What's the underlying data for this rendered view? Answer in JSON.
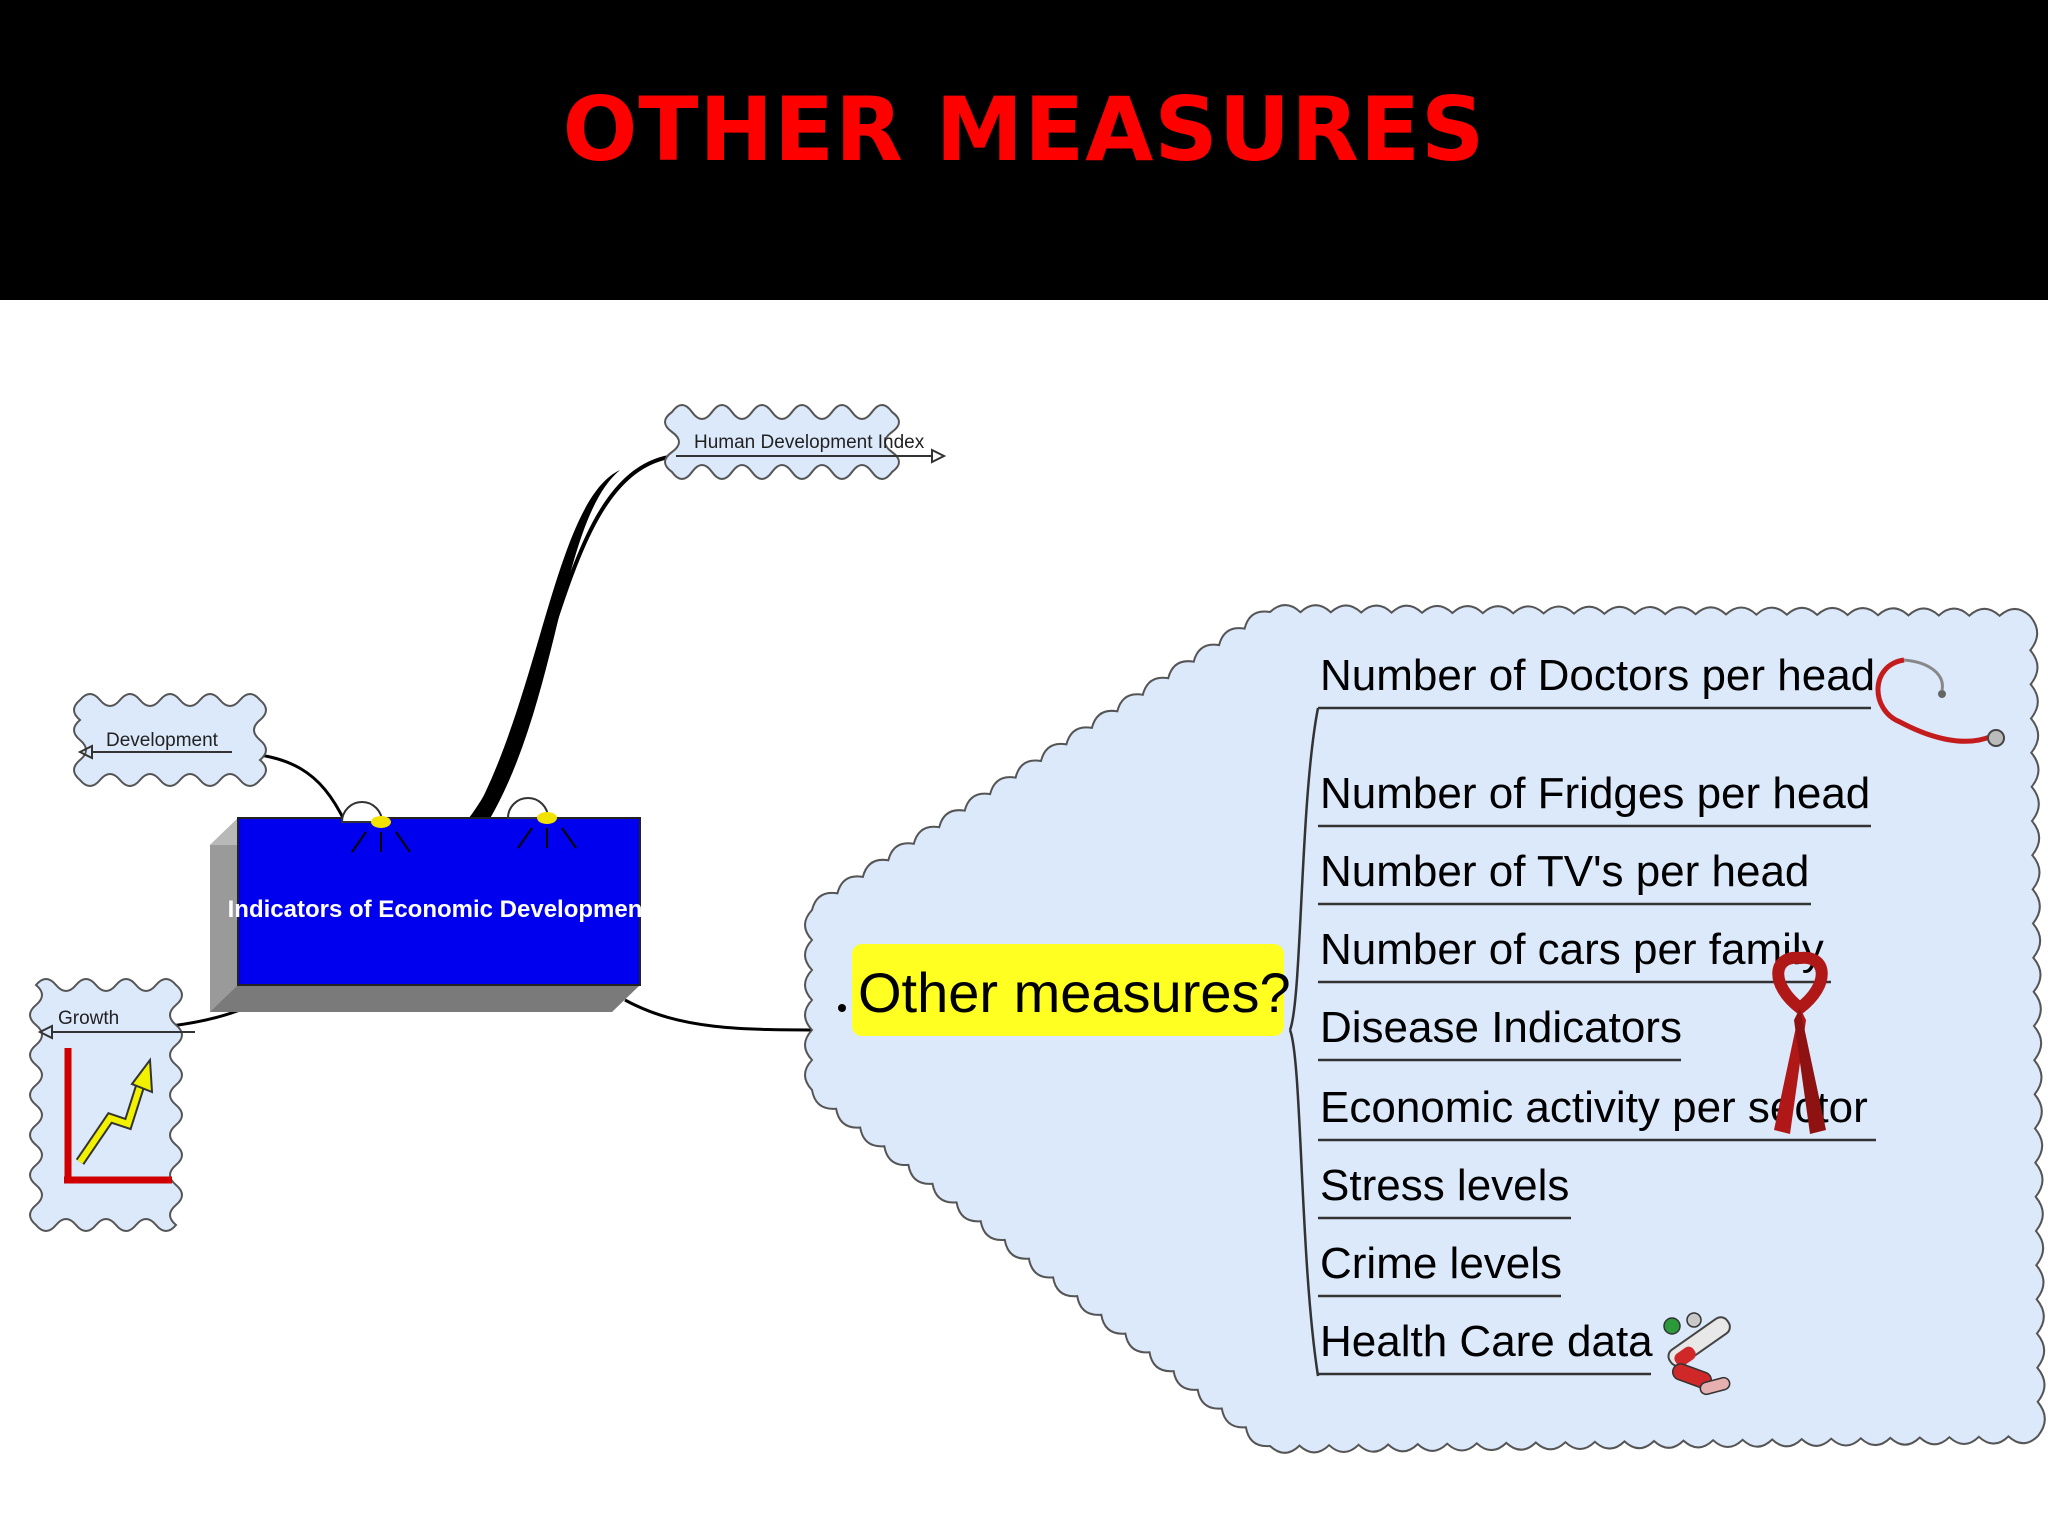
{
  "slide": {
    "title": "OTHER MEASURES"
  },
  "diagram": {
    "root_box_label": "Indicators of Economic Development",
    "cloud_human_development": "Human Development Index",
    "cloud_development": "Development",
    "cloud_growth": "Growth",
    "central_node": "Other measures?",
    "items": [
      "Number of Doctors per head",
      "Number of Fridges per head",
      "Number of TV's per head",
      "Number of cars per family",
      "Disease Indicators",
      "Economic activity per sector",
      "Stress levels",
      "Crime levels",
      "Health Care data"
    ],
    "icons": [
      "stethoscope-icon",
      "red-ribbon-icon",
      "pills-syringe-icon",
      "growth-chart-icon",
      "lightbulb-icon"
    ],
    "colors": {
      "header_bg": "#000000",
      "title": "#ff0000",
      "root_box": "#0000ee",
      "cloud_fill": "#dce9fb",
      "central_highlight": "#ffff22",
      "ribbon": "#b01818"
    }
  }
}
